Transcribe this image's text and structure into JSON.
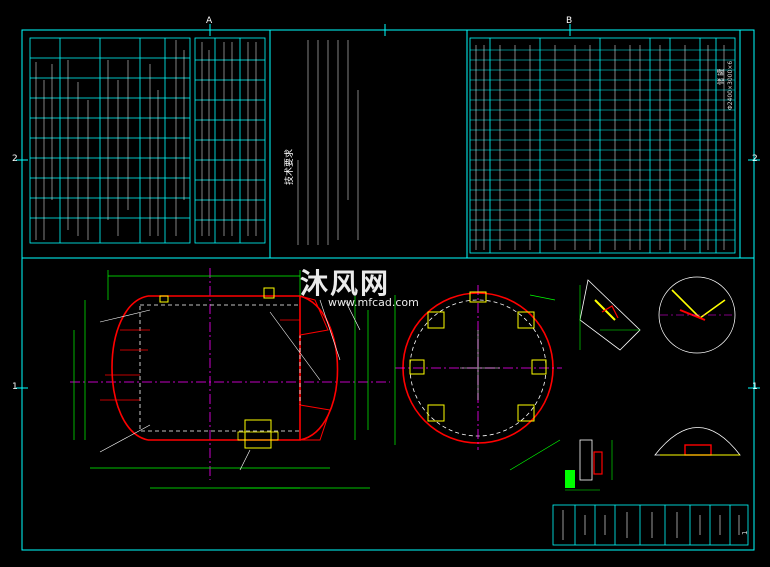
{
  "watermark": {
    "brand": "沐风网",
    "url": "www.mfcad.com"
  },
  "zones": {
    "top_a": "A",
    "top_b": "B",
    "side_2": "2",
    "side_1": "1"
  },
  "tech_requirements": {
    "heading": "技术要求"
  },
  "drawing_sheet": {
    "title_block_label": "储 罐",
    "spec_text": "Φ2400×3000×6",
    "sheet_no": "1"
  },
  "colors": {
    "frame": "#00ffff",
    "outline": "#ff0000",
    "centerline": "#ff00ff",
    "dimension": "#00ff00",
    "hatch": "#ffff00"
  }
}
